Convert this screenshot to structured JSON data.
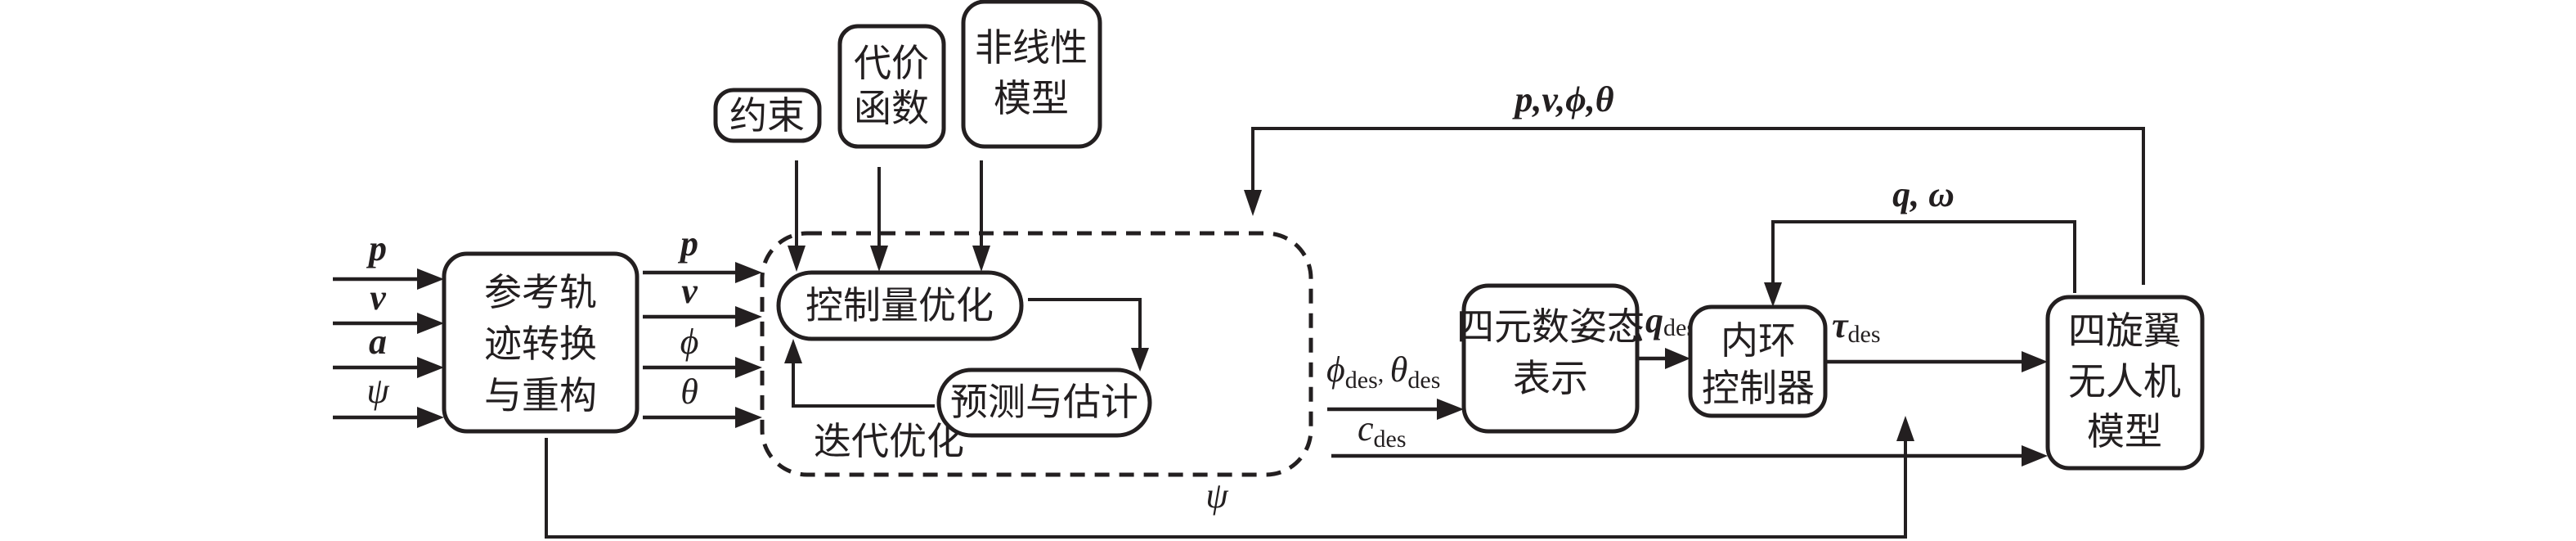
{
  "diagram": {
    "blocks": {
      "constraint": "约束",
      "cost_function": [
        "代价",
        "函数"
      ],
      "nonlinear_model": [
        "非线性",
        "模型"
      ],
      "reference_transform": [
        "参考轨",
        "迹转换",
        "与重构"
      ],
      "control_optimization": "控制量优化",
      "prediction_estimation": "预测与估计",
      "iterative_optimization": "迭代优化",
      "quaternion_attitude": [
        "四元数姿态",
        "表示"
      ],
      "inner_loop_controller": [
        "内环",
        "控制器"
      ],
      "quadrotor_model": [
        "四旋翼",
        "无人机",
        "模型"
      ]
    },
    "inputs": [
      "p",
      "v",
      "a",
      "ψ"
    ],
    "ref_outputs": [
      "p",
      "v",
      "ϕ",
      "θ"
    ],
    "signals": {
      "phi_theta_des": {
        "a": "ϕ",
        "a_sub": "des",
        "sep": ", ",
        "b": "θ",
        "b_sub": "des"
      },
      "c_des": {
        "main": "c",
        "sub": "des"
      },
      "q_des": {
        "main": "q",
        "sub": "des"
      },
      "tau_des": {
        "main": "τ",
        "sub": "des"
      },
      "psi_bottom": "ψ",
      "outer_feedback": "p,v,ϕ,θ",
      "inner_feedback": "q, ω"
    }
  }
}
